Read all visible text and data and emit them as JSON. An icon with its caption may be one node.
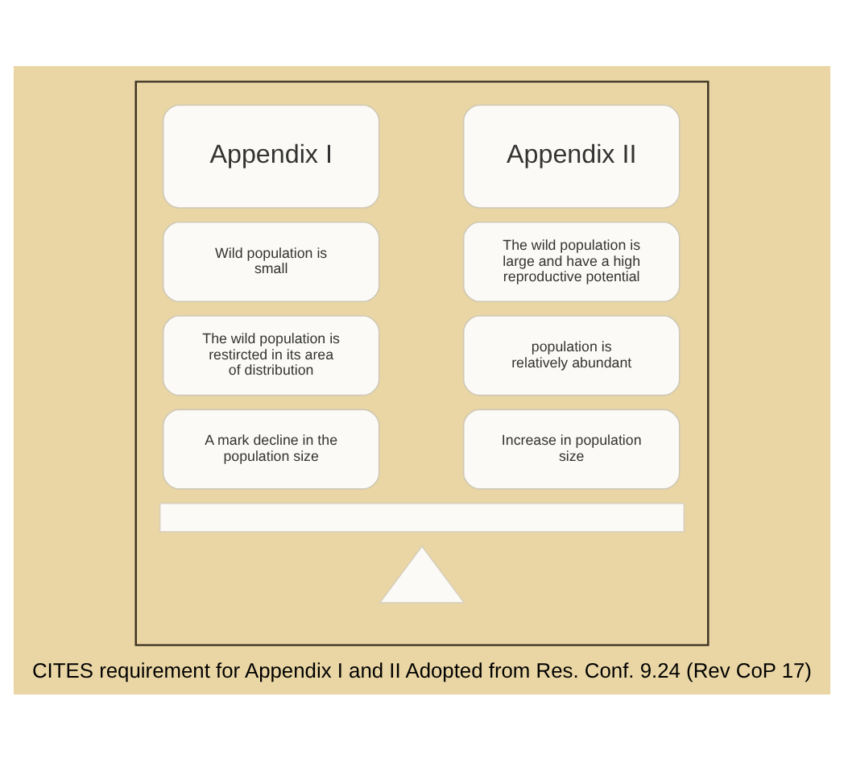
{
  "diagram": {
    "caption": "CITES requirement for Appendix I and II Adopted from Res. Conf. 9.24 (Rev CoP 17)",
    "nodes": [
      {
        "text": [],
        "shape": "box"
      },
      {
        "text": [
          "Appendix I"
        ],
        "in": 0
      },
      {
        "text": [
          "Appendix II"
        ],
        "in": 0
      },
      {
        "text": [
          "Wild population is small"
        ],
        "in": 0
      },
      {
        "text": [
          "The wild population is large and have a high reproductive potential"
        ],
        "in": 0
      },
      {
        "text": [
          "The wild population is restircted in its area of distribution"
        ],
        "in": 0
      },
      {
        "text": [
          "population is relatively abundant"
        ],
        "in": 0
      },
      {
        "text": [
          "A mark decline in the population size"
        ],
        "in": 0
      },
      {
        "text": [
          "Increase in population size"
        ],
        "in": 0
      },
      {
        "text": [],
        "shape": "bar",
        "in": 0
      },
      {
        "text": [],
        "shape": "triangle",
        "in": 0
      }
    ],
    "edges": []
  }
}
